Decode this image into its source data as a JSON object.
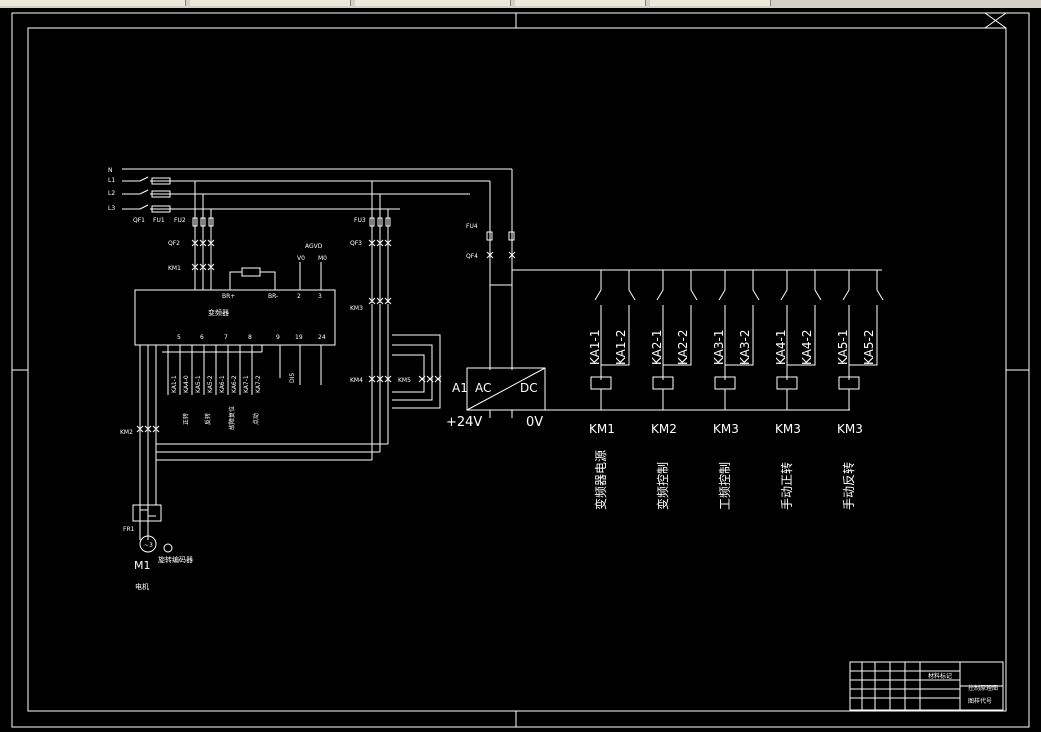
{
  "colors": {
    "background": "#000000",
    "line": "#ffffff",
    "toolbar": "#d4d0c8"
  },
  "power": {
    "lines": [
      "N",
      "L1",
      "L2",
      "L3"
    ],
    "qf1": "QF1",
    "fu1": "FU1",
    "fu2": "FU2",
    "fu3": "FU3",
    "fu4": "FU4",
    "qf2": "QF2",
    "qf3": "QF3",
    "qf4": "QF4"
  },
  "contactors_left": {
    "km1": "KM1",
    "km2": "KM2",
    "km3": "KM3",
    "km4": "KM4",
    "km5": "KM5"
  },
  "inverter": {
    "name": "变频器",
    "br_plus": "BR+",
    "br_minus": "BR-",
    "terminals_top": [
      "2",
      "3"
    ],
    "analog_labels": [
      "AGVD",
      "V0",
      "M0"
    ],
    "terminals_bottom": [
      "5",
      "6",
      "7",
      "8",
      "9",
      "19",
      "24"
    ],
    "relay_contacts": [
      "KA1-1",
      "KA4-0",
      "KA5-1",
      "KA5-2",
      "KA6-1",
      "KA6-2",
      "KA7-1",
      "KA7-2"
    ],
    "function_labels": [
      "正转",
      "反转",
      "故障复位",
      "点动"
    ],
    "side_label": "DI5"
  },
  "motor": {
    "fr1": "FR1",
    "m1": "M1",
    "caption": "电机",
    "encoder": "旋转编码器"
  },
  "power_supply": {
    "a1": "A1",
    "ac": "AC",
    "dc": "DC",
    "v24": "+24V",
    "v0": "0V"
  },
  "relays": [
    {
      "c1": "KA1-1",
      "c2": "KA1-2",
      "coil": "KM1",
      "desc": "变频器电源"
    },
    {
      "c1": "KA2-1",
      "c2": "KA2-2",
      "coil": "KM2",
      "desc": "变频控制"
    },
    {
      "c1": "KA3-1",
      "c2": "KA3-2",
      "coil": "KM3",
      "desc": "工频控制"
    },
    {
      "c1": "KA4-1",
      "c2": "KA4-2",
      "coil": "KM3",
      "desc": "手动正转"
    },
    {
      "c1": "KA5-1",
      "c2": "KA5-2",
      "coil": "KM3",
      "desc": "手动反转"
    }
  ],
  "title_block": {
    "project": "控制原理图",
    "drawing_no": "图样代号",
    "material": "材料标记"
  }
}
